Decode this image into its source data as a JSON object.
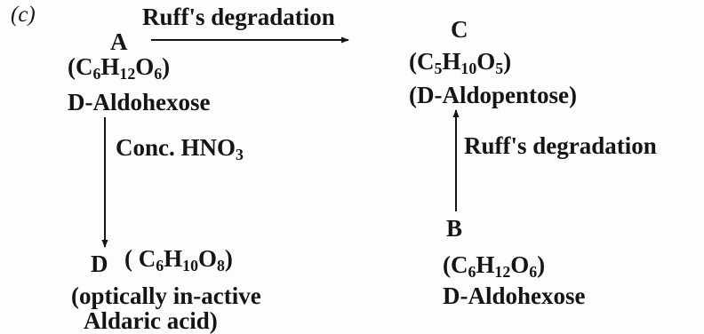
{
  "part_label": "(c)",
  "reaction_top": "Ruff's degradation",
  "reaction_right": "Ruff's degradation",
  "reaction_left": {
    "text": "Conc. HNO",
    "sub": "3"
  },
  "compound_a": {
    "letter": "A",
    "formula": [
      "(C",
      "6",
      "H",
      "12",
      "O",
      "6",
      ")"
    ],
    "name": "D-Aldohexose"
  },
  "compound_b": {
    "letter": "B",
    "formula": [
      "(C",
      "6",
      "H",
      "12",
      "O",
      "6",
      ")"
    ],
    "name": "D-Aldohexose"
  },
  "compound_c": {
    "letter": "C",
    "formula": [
      "(C",
      "5",
      "H",
      "10",
      "O",
      "5",
      ")"
    ],
    "name": "(D-Aldopentose)"
  },
  "compound_d": {
    "letter": "D",
    "formula": [
      "( C",
      "6",
      "H",
      "10",
      "O",
      "8",
      ")"
    ],
    "desc_line1": "(optically in-active",
    "desc_line2": "Aldaric acid)"
  },
  "colors": {
    "ink": "#141414",
    "paper": "#fdfdfb"
  }
}
